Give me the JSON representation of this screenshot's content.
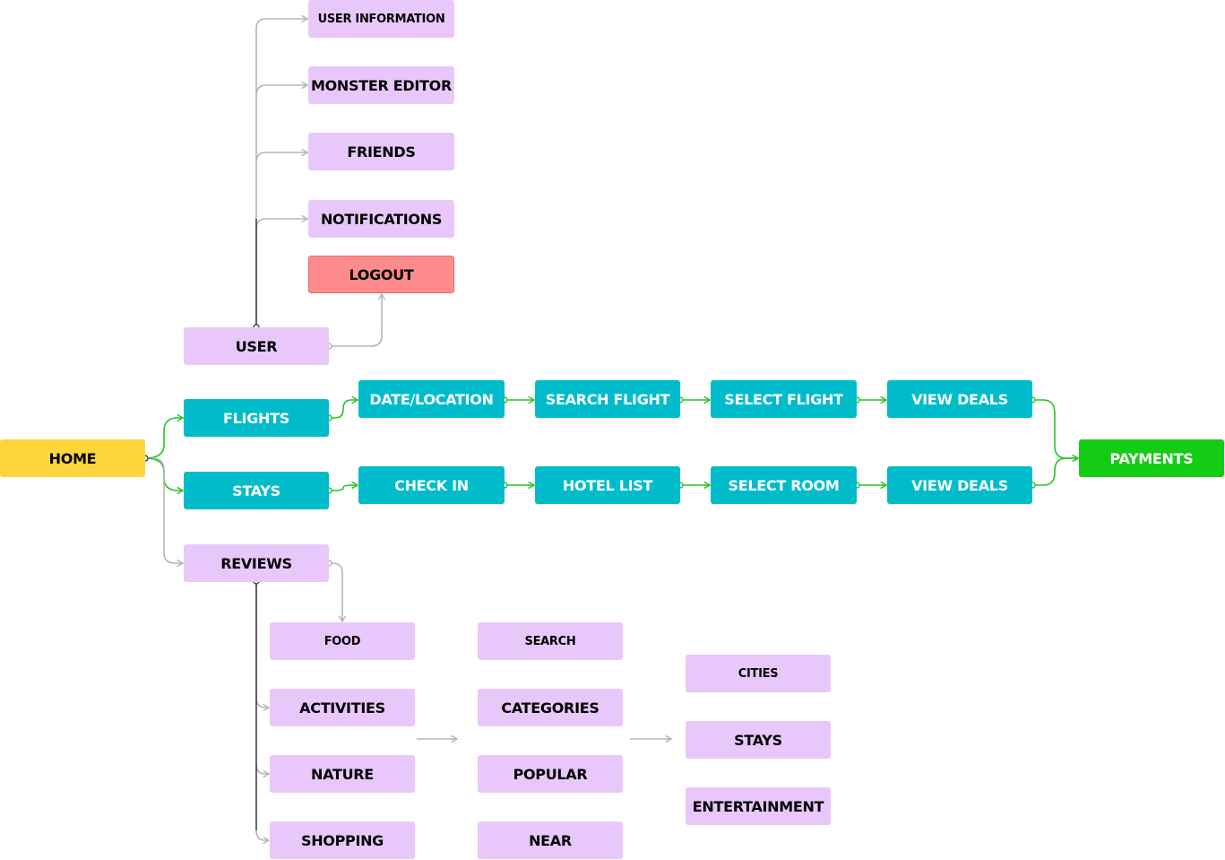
{
  "colors": {
    "lavender": "#e8c8fb",
    "teal": "#00bccb",
    "yellow": "#fdd73a",
    "green": "#14cc14",
    "salmon": "#fd8b8b",
    "grey_line": "#b5b5b5",
    "dark_line": "#444444",
    "green_line": "#23c623"
  },
  "nodes": {
    "user_information": "USER INFORMATION",
    "monster_editor": "MONSTER EDITOR",
    "friends": "FRIENDS",
    "notifications": "NOTIFICATIONS",
    "logout": "LOGOUT",
    "user": "USER",
    "home": "HOME",
    "flights": "FLIGHTS",
    "stays": "STAYS",
    "date_location": "DATE/LOCATION",
    "search_flight": "SEARCH FLIGHT",
    "select_flight": "SELECT FLIGHT",
    "view_deals_flight": "VIEW DEALS",
    "check_in": "CHECK IN",
    "hotel_list": "HOTEL LIST",
    "select_room": "SELECT ROOM",
    "view_deals_stay": "VIEW DEALS",
    "payments": "PAYMENTS",
    "reviews": "REVIEWS",
    "food": "FOOD",
    "activities": "ACTIVITIES",
    "nature": "NATURE",
    "shopping": "SHOPPING",
    "search": "SEARCH",
    "categories": "CATEGORIES",
    "popular": "POPULAR",
    "near": "NEAR",
    "cities": "CITIES",
    "stays_review": "STAYS",
    "entertainment": "ENTERTAINMENT"
  }
}
